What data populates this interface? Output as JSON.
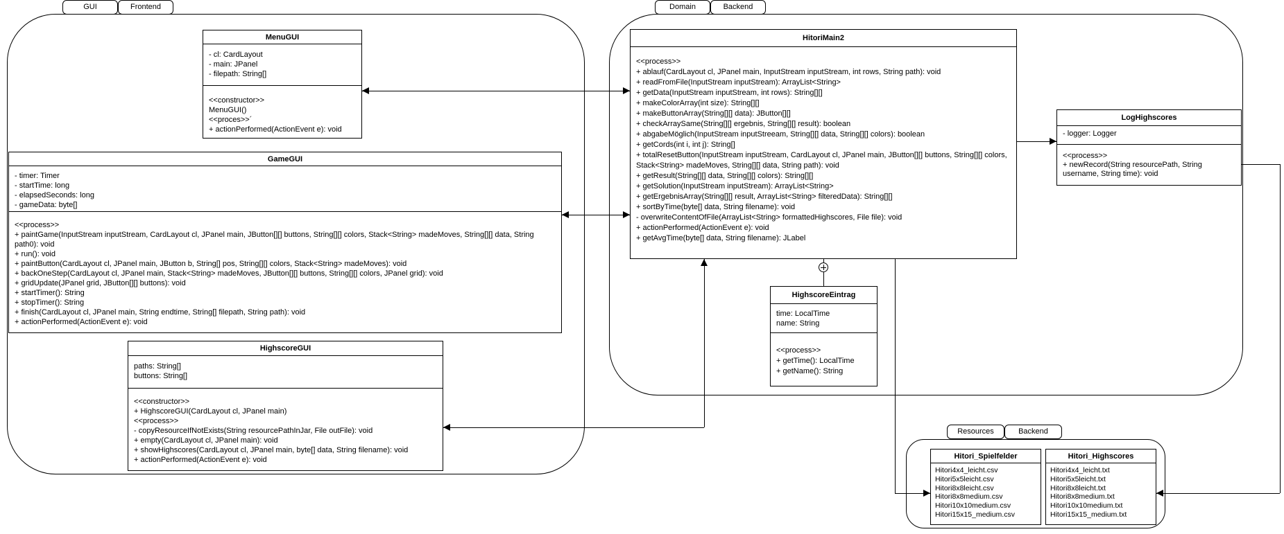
{
  "colors": {
    "line": "#000000",
    "background": "#ffffff",
    "text": "#000000"
  },
  "packages": {
    "gui": {
      "tabs": [
        "GUI",
        "Frontend"
      ]
    },
    "domain": {
      "tabs": [
        "Domain",
        "Backend"
      ]
    },
    "resources": {
      "tabs": [
        "Resources",
        "Backend"
      ]
    }
  },
  "classes": {
    "menu_gui": {
      "title": "MenuGUI",
      "attributes": [
        "- cl: CardLayout",
        "- main: JPanel",
        "- filepath: String[]"
      ],
      "methods": [
        "<<constructor>>",
        "MenuGUI()",
        "<<proces>>´",
        "+ actionPerformed(ActionEvent e): void"
      ]
    },
    "game_gui": {
      "title": "GameGUI",
      "attributes": [
        "- timer: Timer",
        "- startTime: long",
        "- elapsedSeconds: long",
        "- gameData: byte[]"
      ],
      "methods": [
        "<<process>>",
        "+ paintGame(InputStream inputStream, CardLayout cl, JPanel main, JButton[][] buttons, String[][] colors, Stack<String> madeMoves, String[][] data, String path0): void",
        "+ run(): void",
        "+ paintButton(CardLayout cl, JPanel main, JButton b, String[] pos, String[][] colors, Stack<String> madeMoves): void",
        "+ backOneStep(CardLayout cl, JPanel main, Stack<String> madeMoves, JButton[][] buttons, String[][] colors, JPanel grid): void",
        "+ gridUpdate(JPanel grid, JButton[][] buttons): void",
        "+ startTimer(): String",
        "+ stopTimer(): String",
        "+ finish(CardLayout cl, JPanel main, String endtime, String[] filepath, String path): void",
        "+ actionPerformed(ActionEvent e): void"
      ]
    },
    "highscore_gui": {
      "title": "HighscoreGUI",
      "attributes": [
        "paths: String[]",
        "buttons: String[]"
      ],
      "methods": [
        "<<constructor>>",
        "+ HighscoreGUI(CardLayout cl, JPanel main)",
        "<<process>>",
        "- copyResourceIfNotExists(String resourcePathInJar, File outFile): void",
        "+ empty(CardLayout cl, JPanel main): void",
        "+ showHighscores(CardLayout cl, JPanel main, byte[] data, String filename): void",
        "+ actionPerformed(ActionEvent e): void"
      ]
    },
    "hitori_main": {
      "title": "HitoriMain2",
      "methods": [
        "<<process>>",
        "+ ablauf(CardLayout cl, JPanel main, InputStream inputStream, int rows, String path): void",
        "+ readFromFile(InputStream inputStream): ArrayList<String>",
        "+ getData(InputStream inputStream, int rows): String[][]",
        "+ makeColorArray(int size): String[][]",
        "+ makeButtonArray(String[][] data): JButton[][]",
        "+ checkArraySame(String[][] ergebnis, String[][] result): boolean",
        "+ abgabeMöglich(InputStream inputStreeam, String[][] data, String[][] colors): boolean",
        "+ getCords(int i, int j): String[]",
        "+ totalResetButton(InputStream inputStream, CardLayout cl, JPanel main, JButton[][] buttons, String[][] colors, Stack<String> madeMoves, String[][] data, String path): void",
        "+ getResult(String[][] data, String[][] colors): String[][]",
        "+ getSolution(InputStream inputStream): ArrayList<String>",
        "+ getErgebnisArray(String[][] result, ArrayList<String> filteredData): String[][]",
        "+ sortByTime(byte[] data, String filename): void",
        "- overwriteContentOfFile(ArrayList<String> formattedHighscores, File file): void",
        "+ actionPerformed(ActionEvent e): void",
        "+ getAvgTime(byte[] data, String filename): JLabel"
      ]
    },
    "log_highscores": {
      "title": "LogHighscores",
      "attributes": [
        "- logger: Logger"
      ],
      "methods": [
        "<<process>>",
        "+ newRecord(String resourcePath, String username, String time): void"
      ]
    },
    "highscore_eintrag": {
      "title": "HighscoreEintrag",
      "attributes": [
        "time: LocalTime",
        "name: String"
      ],
      "methods": [
        "<<process>>",
        "+ getTime(): LocalTime",
        "+ getName(): String"
      ]
    },
    "hitori_spielfelder": {
      "title": "Hitori_Spielfelder",
      "files": [
        "Hitori4x4_leicht.csv",
        "Hitori5x5leicht.csv",
        "Hitori8x8leicht.csv",
        "Hitori8x8medium.csv",
        "Hitori10x10medium.csv",
        "Hitori15x15_medium.csv"
      ]
    },
    "hitori_highscores": {
      "title": "Hitori_Highscores",
      "files": [
        "Hitori4x4_leicht.txt",
        "Hitori5x5leicht.txt",
        "Hitori8x8leicht.txt",
        "Hitori8x8medium.txt",
        "Hitori10x10medium.txt",
        "Hitori15x15_medium.txt"
      ]
    }
  },
  "relations": [
    {
      "from": "MenuGUI",
      "to": "HitoriMain2",
      "style": "double-arrow"
    },
    {
      "from": "GameGUI",
      "to": "HitoriMain2",
      "style": "double-arrow"
    },
    {
      "from": "HighscoreGUI",
      "to": "HitoriMain2",
      "style": "double-arrow"
    },
    {
      "from": "HitoriMain2",
      "to": "LogHighscores",
      "style": "arrow"
    },
    {
      "from": "HitoriMain2",
      "to": "HighscoreEintrag",
      "style": "containment-circle-plus"
    },
    {
      "from": "HitoriMain2",
      "to": "Hitori_Spielfelder",
      "style": "arrow"
    },
    {
      "from": "LogHighscores",
      "to": "Hitori_Highscores",
      "style": "arrow"
    }
  ]
}
